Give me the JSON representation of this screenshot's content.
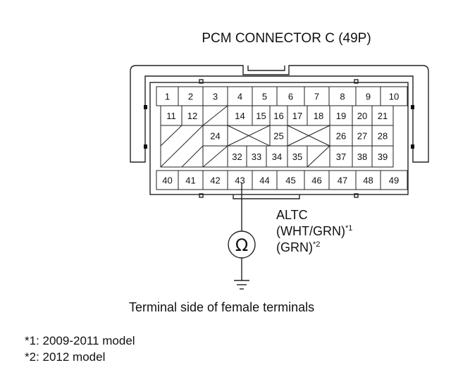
{
  "title": "PCM CONNECTOR C (49P)",
  "pins": {
    "row1": [
      "1",
      "2",
      "3",
      "4",
      "5",
      "6",
      "7",
      "8",
      "9",
      "10"
    ],
    "row2": [
      "11",
      "12",
      "14",
      "15",
      "16",
      "17",
      "18",
      "19",
      "20",
      "21"
    ],
    "row3": [
      "24",
      "25",
      "26",
      "27",
      "28"
    ],
    "row4": [
      "32",
      "33",
      "34",
      "35",
      "37",
      "38",
      "39"
    ],
    "row5": [
      "40",
      "41",
      "42",
      "43",
      "44",
      "45",
      "46",
      "47",
      "48",
      "49"
    ]
  },
  "callout": {
    "signal": "ALTC",
    "wire1": "(WHT/GRN)",
    "wire1_note": "*1",
    "wire2": "(GRN)",
    "wire2_note": "*2",
    "meter_symbol": "Ω"
  },
  "caption": "Terminal side of female terminals",
  "notes": [
    "*1: 2009-2011 model",
    "*2: 2012 model"
  ]
}
